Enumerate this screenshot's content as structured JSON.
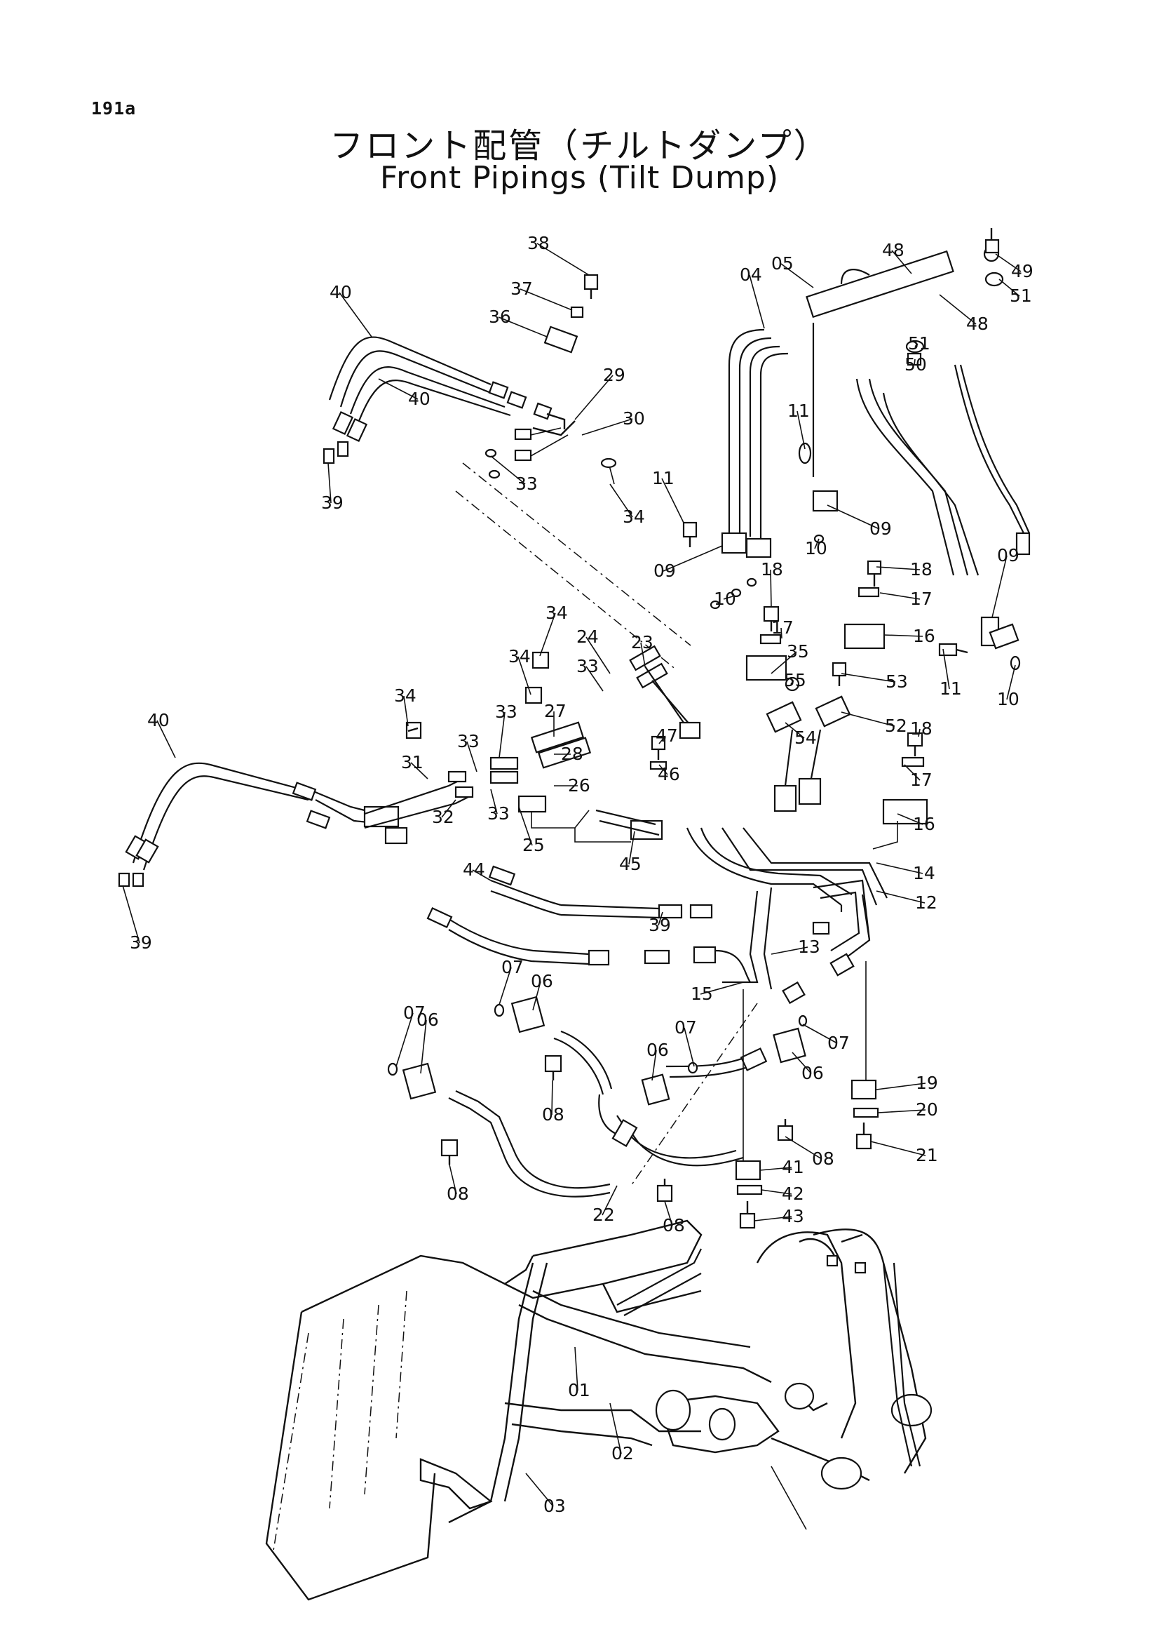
{
  "page_code": "191a",
  "title_jp": "フロント配管（チルトダンプ）",
  "title_en": "Front Pipings (Tilt Dump)",
  "callouts": [
    "38",
    "37",
    "36",
    "40",
    "40",
    "29",
    "30",
    "33",
    "39",
    "34",
    "04",
    "05",
    "48",
    "49",
    "51",
    "48",
    "51",
    "50",
    "11",
    "11",
    "09",
    "09",
    "10",
    "10",
    "18",
    "18",
    "17",
    "17",
    "16",
    "09",
    "11",
    "10",
    "34",
    "24",
    "23",
    "33",
    "34",
    "27",
    "34",
    "40",
    "31",
    "33",
    "33",
    "28",
    "25",
    "26",
    "32",
    "33",
    "35",
    "55",
    "53",
    "54",
    "52",
    "47",
    "46",
    "45",
    "18",
    "17",
    "16",
    "14",
    "12",
    "44",
    "39",
    "39",
    "13",
    "15",
    "07",
    "06",
    "07",
    "06",
    "08",
    "08",
    "07",
    "06",
    "06",
    "07",
    "08",
    "08",
    "22",
    "19",
    "20",
    "21",
    "41",
    "42",
    "43",
    "01",
    "02",
    "03"
  ]
}
